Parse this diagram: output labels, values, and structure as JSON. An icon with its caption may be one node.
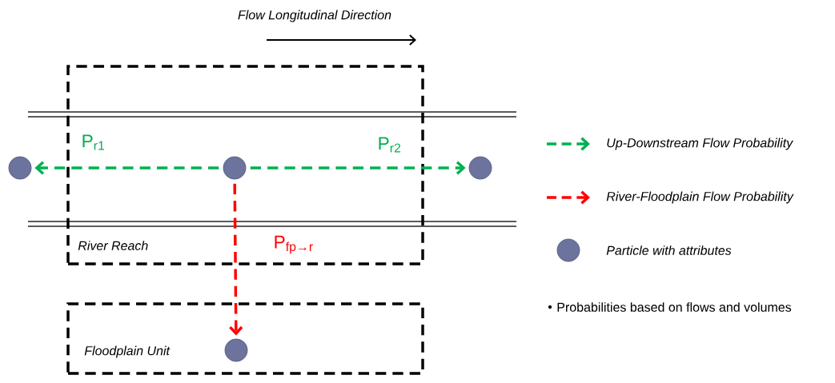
{
  "diagram": {
    "nodes": [
      {
        "text": [
          "River Reach"
        ]
      },
      {
        "text": [
          "Floodplain Unit"
        ]
      },
      {
        "text": [],
        "shape": "circle"
      },
      {
        "text": [],
        "shape": "circle",
        "in": 0
      },
      {
        "text": [],
        "shape": "circle"
      },
      {
        "text": [],
        "shape": "circle",
        "in": 1
      }
    ],
    "edges": [
      {
        "from": 3,
        "to": 2,
        "arrow": "to",
        "label": "P$_{r1}$",
        "style": "dashed",
        "color": "#00b050"
      },
      {
        "from": 3,
        "to": 4,
        "arrow": "to",
        "label": "P$_{r2}$",
        "style": "dashed",
        "color": "#00b050"
      },
      {
        "from": 3,
        "to": 5,
        "arrow": "to",
        "label": "P$_{fp→r}$",
        "style": "dashed",
        "color": "#ff0000"
      }
    ],
    "labels": [
      "Flow Longitudinal Direction",
      "Probabilities based on flows and volumes"
    ],
    "legend": [
      {
        "text": "Up-Downstream Flow Probability"
      },
      {
        "text": "River-Floodplain Flow Probability"
      },
      {
        "text": "Particle with attributes"
      }
    ]
  }
}
